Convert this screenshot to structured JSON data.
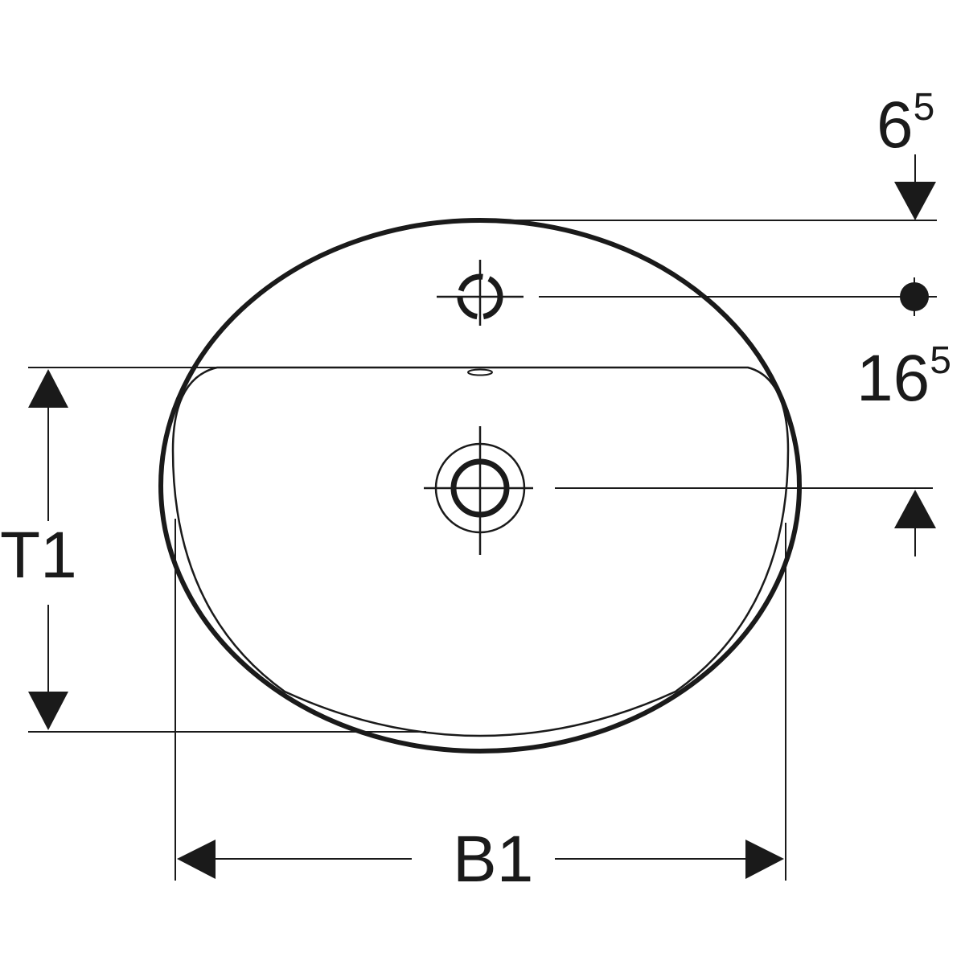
{
  "diagram": {
    "type": "technical drawing - oval countertop washbasin top view",
    "stroke_color": "#1a1a1a",
    "background": "#ffffff",
    "labels": {
      "width": "B1",
      "depth": "T1",
      "top_offset_main": "6",
      "top_offset_sup": "5",
      "drain_offset_main": "16",
      "drain_offset_sup": "5"
    },
    "features": [
      "outer-rim",
      "inner-bowl",
      "tap-hole",
      "overflow",
      "drain-outlet"
    ]
  }
}
